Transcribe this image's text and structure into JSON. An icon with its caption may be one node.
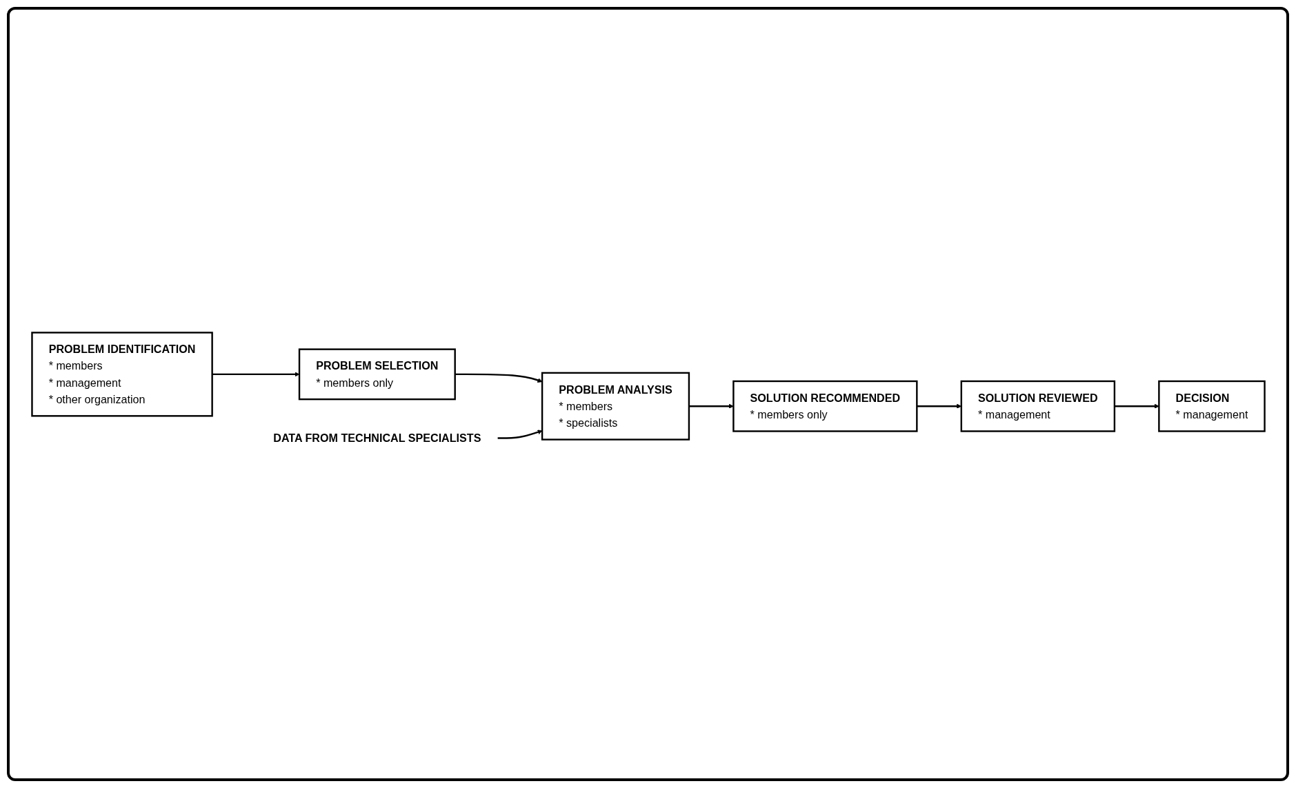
{
  "diagram": {
    "nodes": [
      {
        "text": [
          "DATA FROM TECHNICAL SPECIALISTS"
        ]
      },
      {
        "text": [
          "PROBLEM IDENTIFICATION",
          "* members",
          "* management",
          "* other organization"
        ]
      },
      {
        "text": [
          "PROBLEM SELECTION",
          "* members only"
        ]
      },
      {
        "text": [
          "PROBLEM ANALYSIS",
          "* members",
          "* specialists"
        ]
      },
      {
        "text": [
          "SOLUTION RECOMMENDED",
          "* members only"
        ]
      },
      {
        "text": [
          "SOLUTION REVIEWED",
          "* management"
        ]
      },
      {
        "text": [
          "DECISION",
          "* management"
        ]
      }
    ],
    "edges": [
      {
        "from": 1,
        "to": 2,
        "arrow": "to"
      },
      {
        "from": 2,
        "to": 3,
        "arrow": "to"
      },
      {
        "from": 0,
        "to": 3,
        "arrow": "to"
      },
      {
        "from": 3,
        "to": 4,
        "arrow": "to"
      },
      {
        "from": 4,
        "to": 5,
        "arrow": "to"
      },
      {
        "from": 5,
        "to": 6,
        "arrow": "to"
      }
    ]
  }
}
